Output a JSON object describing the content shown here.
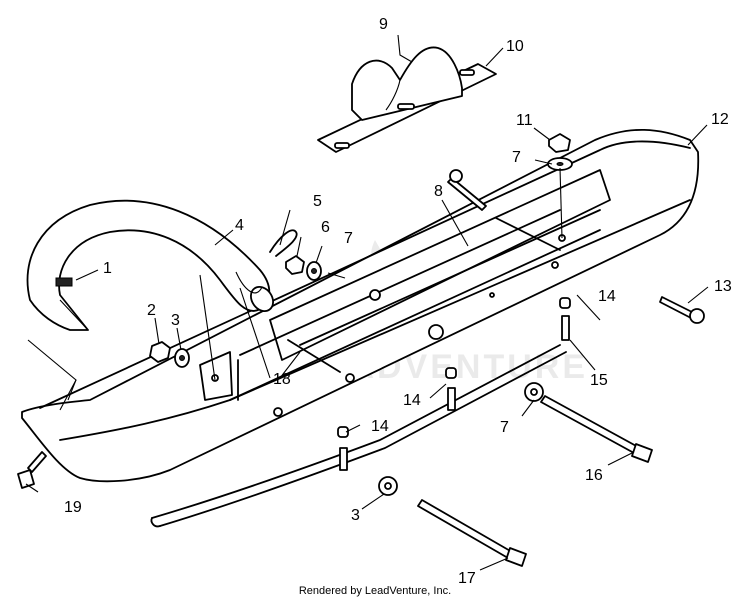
{
  "diagram": {
    "callouts": {
      "c1": "1",
      "c2": "2",
      "c3a": "3",
      "c3b": "3",
      "c4": "4",
      "c5": "5",
      "c6": "6",
      "c7a": "7",
      "c7b": "7",
      "c7c": "7",
      "c8": "8",
      "c9": "9",
      "c10": "10",
      "c11": "11",
      "c12": "12",
      "c13": "13",
      "c14a": "14",
      "c14b": "14",
      "c14c": "14",
      "c15": "15",
      "c16": "16",
      "c17": "17",
      "c18": "18",
      "c19": "19"
    },
    "watermark": "LEADVENTURE"
  },
  "footer": {
    "credit": "Rendered by LeadVenture, Inc."
  }
}
